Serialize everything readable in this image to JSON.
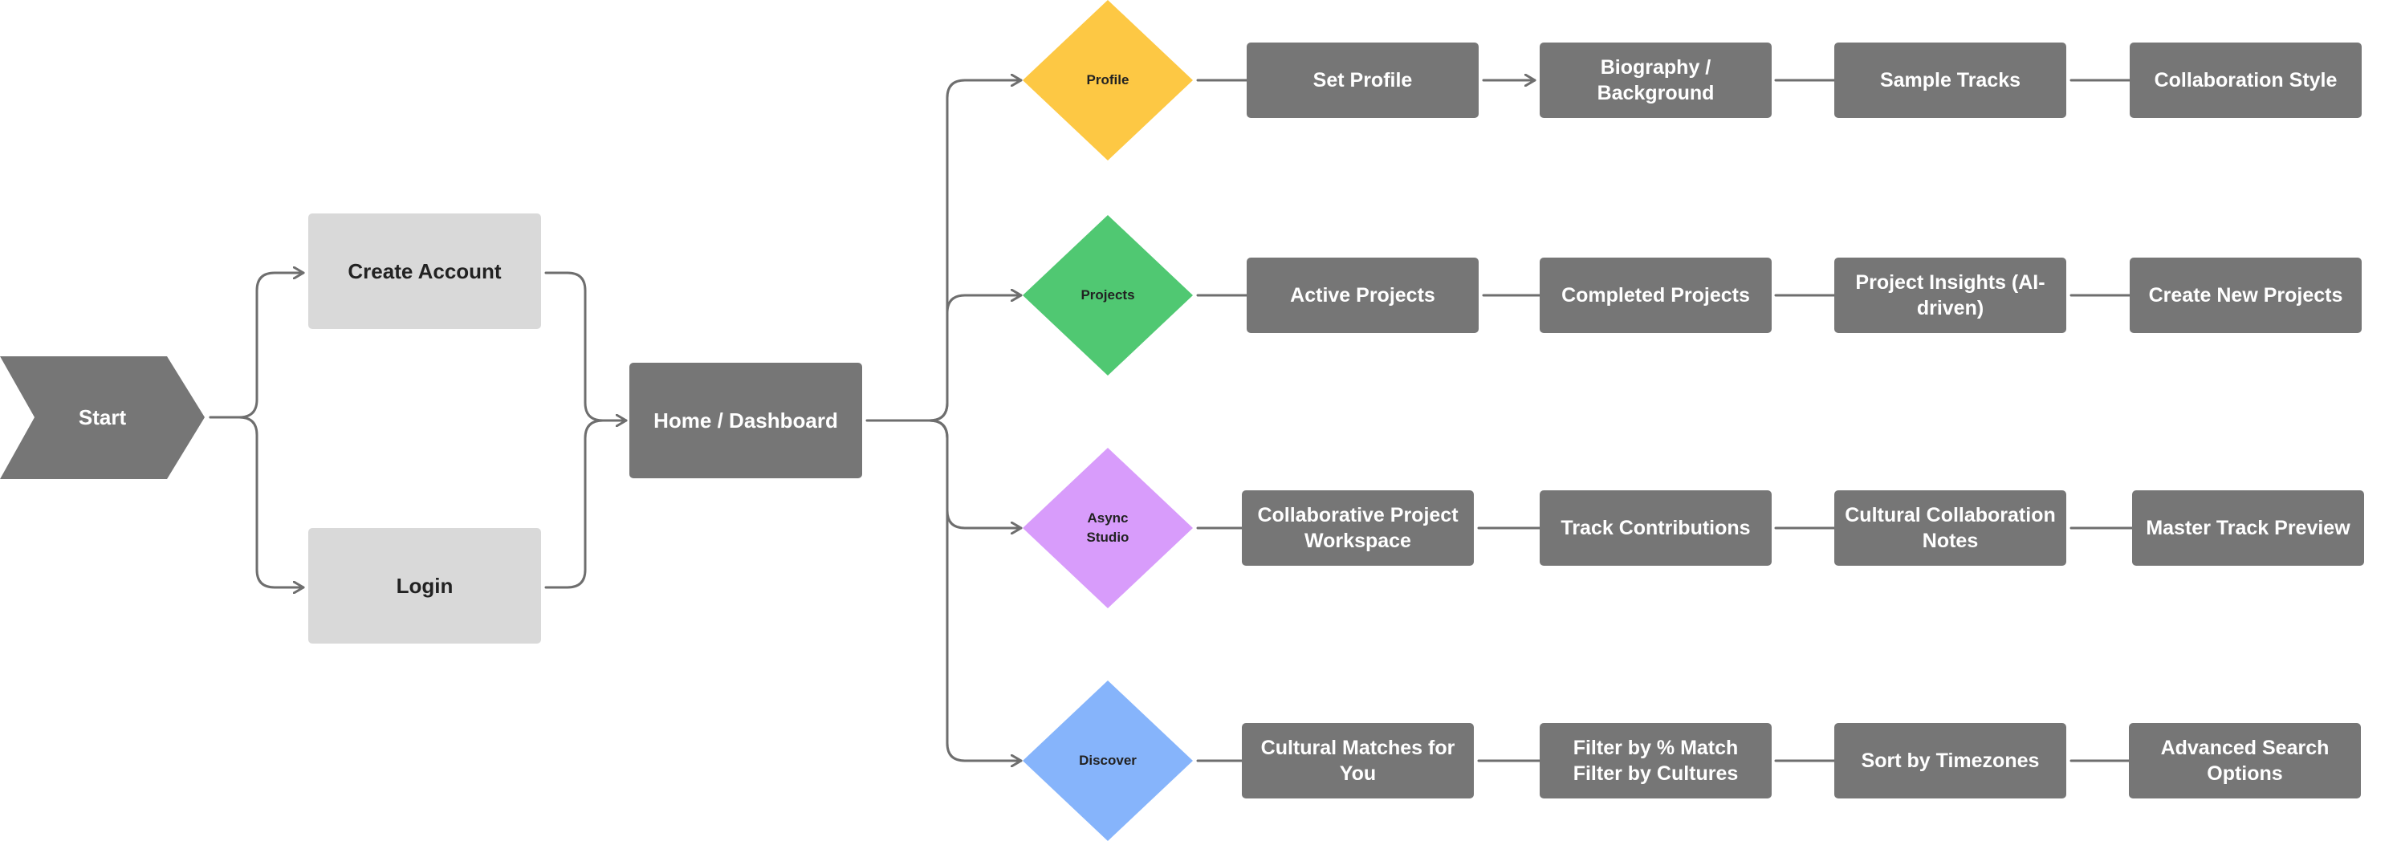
{
  "colors": {
    "node_dark": "#767676",
    "node_light": "#d9d9d9",
    "connector": "#6e6e6e",
    "profile": "#fdc844",
    "projects": "#50c872",
    "async_studio": "#d89cfb",
    "discover": "#86b4fb"
  },
  "start": {
    "label": "Start"
  },
  "auth": {
    "create_account": "Create Account",
    "login": "Login"
  },
  "home": {
    "label": "Home / Dashboard"
  },
  "branches": {
    "profile": {
      "label": "Profile",
      "steps": [
        "Set Profile",
        "Biography / Background",
        "Sample Tracks",
        "Collaboration Style"
      ]
    },
    "projects": {
      "label": "Projects",
      "steps": [
        "Active Projects",
        "Completed Projects",
        "Project Insights (AI-\ndriven)",
        "Create New Projects"
      ]
    },
    "async_studio": {
      "label": "Async\nStudio",
      "steps": [
        "Collaborative Project\nWorkspace",
        "Track Contributions",
        "Cultural Collaboration\nNotes",
        "Master Track Preview"
      ]
    },
    "discover": {
      "label": "Discover",
      "steps": [
        "Cultural Matches for\nYou",
        "Filter by % Match\nFilter by Cultures",
        "Sort by Timezones",
        "Advanced Search\nOptions"
      ]
    }
  }
}
